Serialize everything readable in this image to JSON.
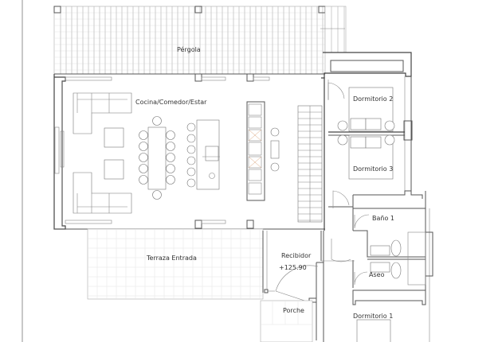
{
  "plan": {
    "type": "floor plan",
    "rooms": [
      {
        "id": "pergola",
        "label": "Pérgola"
      },
      {
        "id": "living",
        "label": "Cocina/Comedor/Estar"
      },
      {
        "id": "terrace",
        "label": "Terraza Entrada"
      },
      {
        "id": "hall",
        "label": "Recibidor"
      },
      {
        "id": "porch",
        "label": "Porche"
      },
      {
        "id": "bed2",
        "label": "Dormitorio 2"
      },
      {
        "id": "bed3",
        "label": "Dormitorio 3"
      },
      {
        "id": "bath1",
        "label": "Baño 1"
      },
      {
        "id": "toilet",
        "label": "Aseo"
      },
      {
        "id": "bed1",
        "label": "Dormitorio 1"
      }
    ],
    "elevation": "+125.90",
    "colors": {
      "wall": "#555555",
      "grid": "#e4e4e4",
      "background": "#ffffff"
    }
  }
}
